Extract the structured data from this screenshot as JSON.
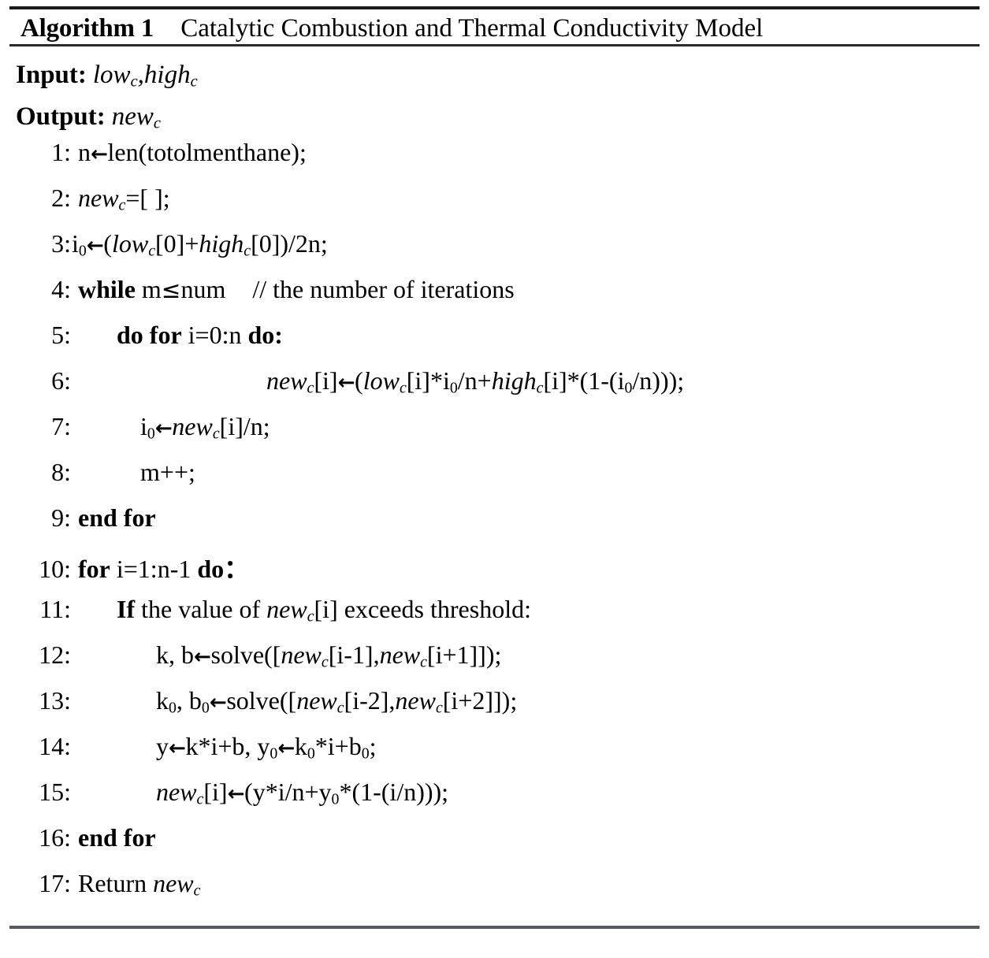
{
  "header": {
    "label": "Algorithm 1",
    "title": "Catalytic Combustion and Thermal Conductivity Model"
  },
  "io": {
    "input_label": "Input:",
    "input_value": "lowc,highc",
    "output_label": "Output:",
    "output_value": "newc"
  },
  "symbols": {
    "assign_arrow": "←",
    "less_equal": "≤",
    "fullwidth_colon": "："
  },
  "lines": [
    {
      "no": "1:",
      "text": "n←len(totolmenthane);"
    },
    {
      "no": "2:",
      "text": "newc=[ ];"
    },
    {
      "no": "3:",
      "text": "i0←(lowc[0]+highc[0])/2n;"
    },
    {
      "no": "4:",
      "text": "while m≤num    // the number of iterations"
    },
    {
      "no": "5:",
      "text": "do for i=0:n do:"
    },
    {
      "no": "6:",
      "text": "newc[i]←(lowc[i]*i0/n+highc[i]*(1-(i0/n)));"
    },
    {
      "no": "7:",
      "text": "i0←newc[i]/n;"
    },
    {
      "no": "8:",
      "text": "m++;"
    },
    {
      "no": "9:",
      "text": "end for"
    },
    {
      "no": "10:",
      "text": "for i=1:n-1 do："
    },
    {
      "no": "11:",
      "text": "If the value of newc[i] exceeds threshold:"
    },
    {
      "no": "12:",
      "text": "k, b←solve([newc[i-1],newc[i+1]]);"
    },
    {
      "no": "13:",
      "text": "k0, b0←solve([newc[i-2],newc[i+2]]);"
    },
    {
      "no": "14:",
      "text": "y←k*i+b, y0←k0*i+b0;"
    },
    {
      "no": "15:",
      "text": "newc[i]←(y*i/n+y0*(1-(i/n)));"
    },
    {
      "no": "16:",
      "text": "end for"
    },
    {
      "no": "17:",
      "text": "Return newc"
    }
  ],
  "colors": {
    "text": "#000000",
    "rule_dark": "#1a1a1a",
    "rule_bottom": "#555a60",
    "background": "#ffffff"
  }
}
